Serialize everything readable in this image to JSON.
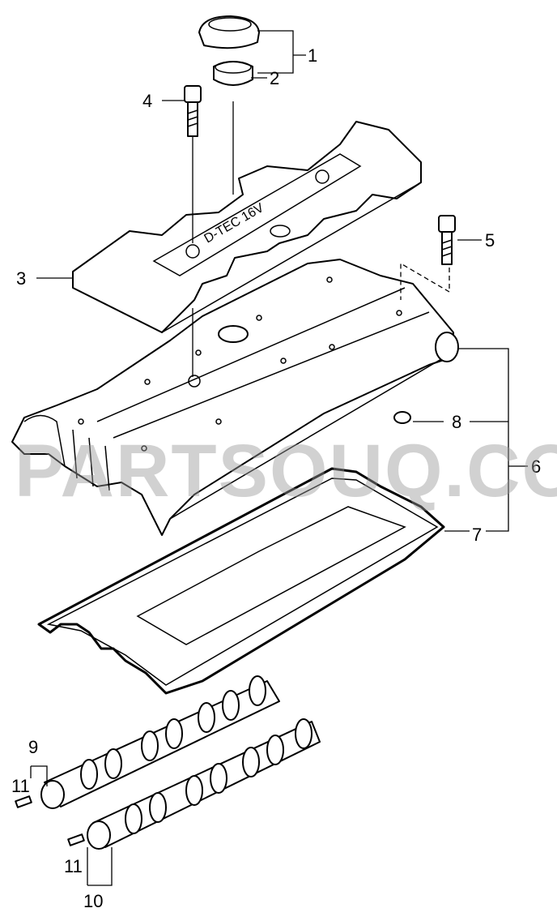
{
  "diagram": {
    "cover_logo_text": "D-TEC 16V",
    "watermark": "PARTSOUQ.COM",
    "callouts": [
      {
        "id": "1",
        "label": "1"
      },
      {
        "id": "2",
        "label": "2"
      },
      {
        "id": "3",
        "label": "3"
      },
      {
        "id": "4",
        "label": "4"
      },
      {
        "id": "5",
        "label": "5"
      },
      {
        "id": "6",
        "label": "6"
      },
      {
        "id": "7",
        "label": "7"
      },
      {
        "id": "8",
        "label": "8"
      },
      {
        "id": "9",
        "label": "9"
      },
      {
        "id": "10",
        "label": "10"
      },
      {
        "id": "11a",
        "label": "11"
      },
      {
        "id": "11b",
        "label": "11"
      }
    ]
  }
}
